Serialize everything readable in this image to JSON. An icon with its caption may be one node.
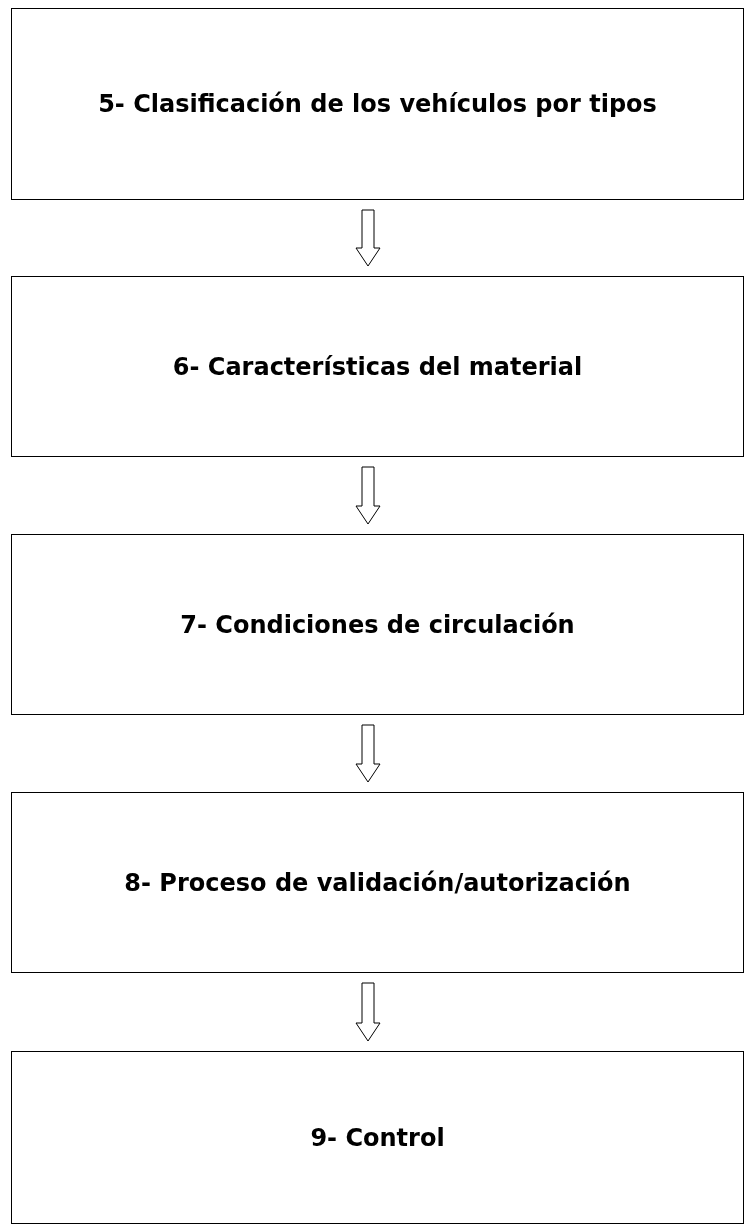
{
  "diagram": {
    "nodes": [
      {
        "text": [
          "5- Clasificación de los vehículos por tipos"
        ]
      },
      {
        "text": [
          "6- Características del material"
        ]
      },
      {
        "text": [
          "7- Condiciones de circulación"
        ]
      },
      {
        "text": [
          "8- Proceso de validación/autorización"
        ]
      },
      {
        "text": [
          "9- Control"
        ]
      }
    ],
    "edges": [
      {
        "from": 0,
        "to": 1,
        "arrow": "to"
      },
      {
        "from": 1,
        "to": 2,
        "arrow": "to"
      },
      {
        "from": 2,
        "to": 3,
        "arrow": "to"
      },
      {
        "from": 3,
        "to": 4,
        "arrow": "to"
      }
    ]
  }
}
